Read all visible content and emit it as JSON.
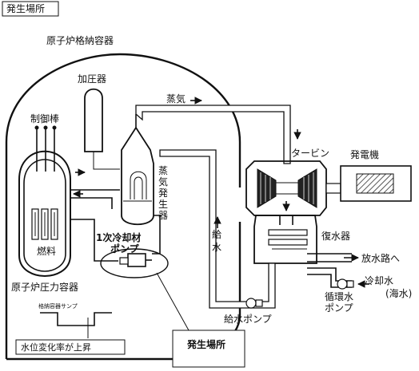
{
  "header": {
    "title": "発生場所"
  },
  "labels": {
    "containment_vessel": "原子炉格納容器",
    "pressurizer": "加圧器",
    "control_rod": "制御棒",
    "steam": "蒸気",
    "turbine": "タービン",
    "generator": "発電機",
    "steam_generator": "蒸気発生器",
    "fuel": "燃料",
    "primary_pump_1": "1次冷却材",
    "primary_pump_2": "ポンプ",
    "reactor_pressure_vessel": "原子炉圧力容器",
    "sump": "格納容器サンプ",
    "feedwater": "給水",
    "condenser": "復水器",
    "discharge": "放水路へ",
    "cooling_water": "冷却水",
    "seawater": "(海水)",
    "circ_pump_1": "循環水",
    "circ_pump_2": "ポンプ",
    "feed_pump": "給水ポンプ"
  },
  "callouts": {
    "water_level": "水位変化率が上昇",
    "location": "発生場所"
  }
}
